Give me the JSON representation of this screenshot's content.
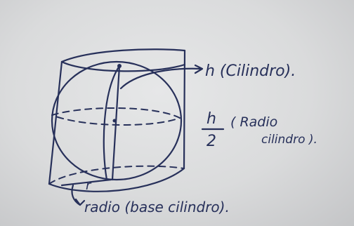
{
  "labels": {
    "cylinder_height": "h (Cilindro).",
    "fraction_numerator": "h",
    "fraction_denominator": "2",
    "sphere_radius_line1": "( Radio",
    "sphere_radius_line2": "cilindro ).",
    "base_radius_letter": "r",
    "base_radius_label": "radio (base cilindro)."
  },
  "colors": {
    "ink": "#27305a",
    "paper": "#dedfe0"
  }
}
